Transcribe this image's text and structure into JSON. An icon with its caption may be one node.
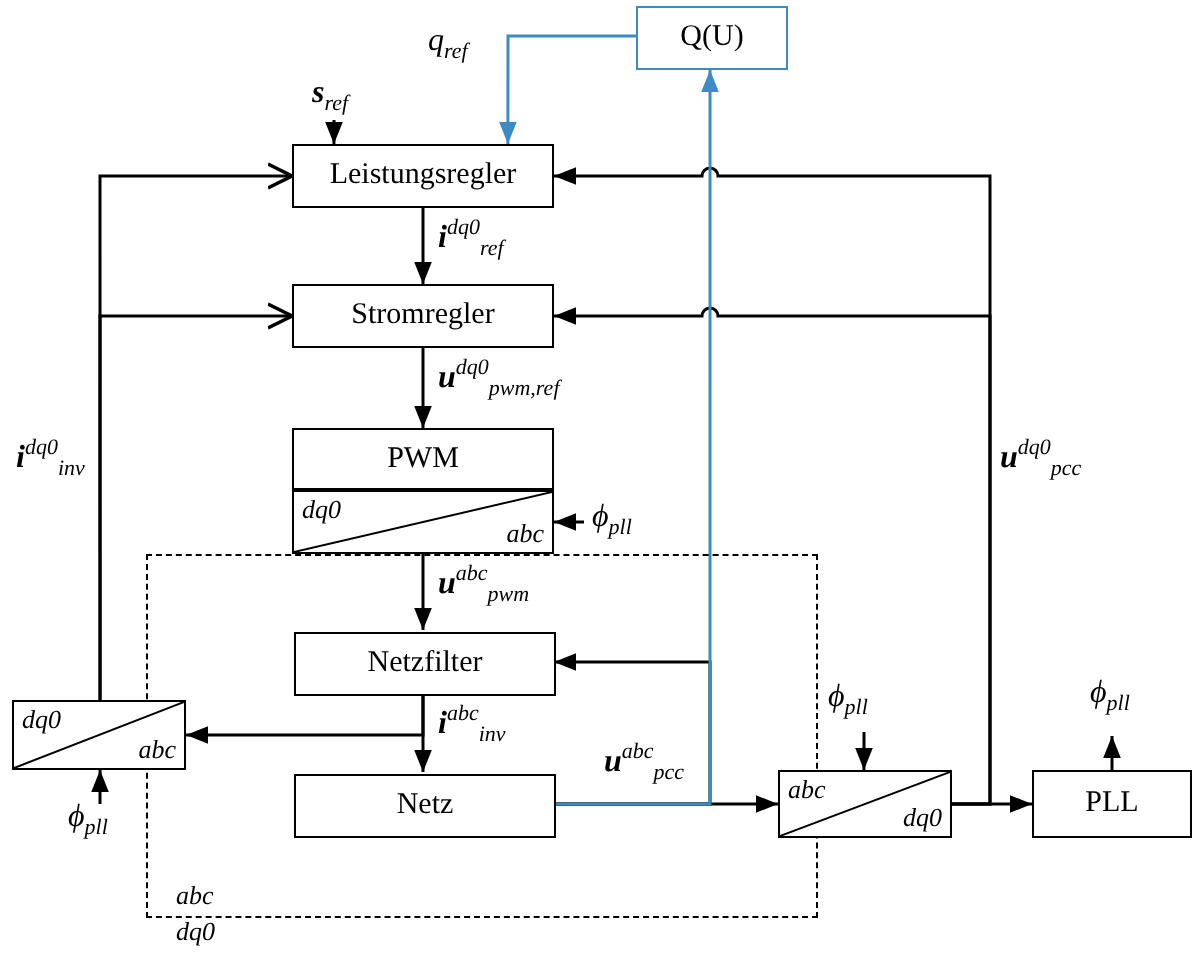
{
  "diagram": {
    "nodes": [
      {
        "text": [
          "Q(U)"
        ]
      },
      {
        "text": [
          "Leistungsregler"
        ]
      },
      {
        "text": [
          "Stromregler"
        ]
      },
      {
        "text": [
          "PWM"
        ]
      },
      {
        "text": [
          "dq0",
          "abc"
        ]
      },
      {
        "text": [
          "abc",
          "dq0"
        ]
      },
      {
        "text": [
          "Netzfilter"
        ],
        "in": 5
      },
      {
        "text": [
          "Netz"
        ],
        "in": 5
      },
      {
        "text": [
          "dq0",
          "abc"
        ]
      },
      {
        "text": [
          "abc",
          "dq0"
        ]
      },
      {
        "text": [
          "PLL"
        ]
      }
    ],
    "edges": [
      {
        "from": null,
        "to": 1,
        "arrow": "to",
        "label": "**s**$_{ref}$"
      },
      {
        "from": 0,
        "to": 1,
        "arrow": "to",
        "label": "q$_{ref}$",
        "color": "#3d8bc4"
      },
      {
        "from": 8,
        "to": 1,
        "arrow": "to",
        "label": "**i**$^{dq0}$$_{inv}$"
      },
      {
        "from": 8,
        "to": 2,
        "arrow": "to"
      },
      {
        "from": 9,
        "to": 1,
        "arrow": "to",
        "label": "**u**$^{dq0}$$_{pcc}$"
      },
      {
        "from": 9,
        "to": 2,
        "arrow": "to"
      },
      {
        "from": 1,
        "to": 2,
        "arrow": "to",
        "label": "**i**$^{dq0}$$_{ref}$"
      },
      {
        "from": 2,
        "to": 3,
        "arrow": "to",
        "label": "**u**$^{dq0}$$_{pwm,ref}$"
      },
      {
        "from": null,
        "to": 4,
        "arrow": "to",
        "label": "ϕ$_{pll}$"
      },
      {
        "from": 4,
        "to": 6,
        "arrow": "to",
        "label": "**u**$^{abc}$$_{pwm}$"
      },
      {
        "from": 6,
        "to": 7,
        "arrow": "to",
        "label": "**i**$^{abc}$$_{inv}$"
      },
      {
        "from": 6,
        "to": 8,
        "arrow": "to"
      },
      {
        "from": 7,
        "to": 9,
        "arrow": "to",
        "label": "**u**$^{abc}$$_{pcc}$"
      },
      {
        "from": 7,
        "to": 6,
        "arrow": "to"
      },
      {
        "from": 7,
        "to": 0,
        "arrow": "to",
        "color": "#3d8bc4"
      },
      {
        "from": null,
        "to": 8,
        "arrow": "to",
        "label": "ϕ$_{pll}$"
      },
      {
        "from": null,
        "to": 9,
        "arrow": "to",
        "label": "ϕ$_{pll}$"
      },
      {
        "from": 9,
        "to": 10,
        "arrow": "to"
      },
      {
        "from": 10,
        "to": null,
        "arrow": "to",
        "label": "ϕ$_{pll}$"
      }
    ]
  }
}
